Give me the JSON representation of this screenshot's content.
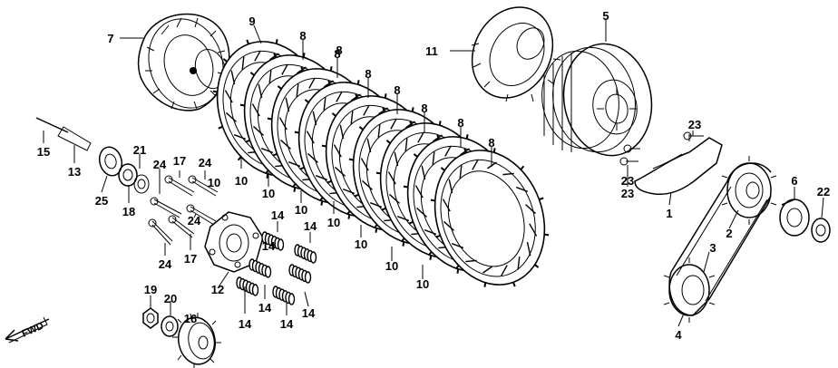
{
  "direction_label": "FWD",
  "callouts": [
    "7",
    "9",
    "8",
    "8",
    "8",
    "8",
    "8",
    "8",
    "8",
    "8",
    "11",
    "5",
    "15",
    "13",
    "21",
    "17",
    "24",
    "25",
    "18",
    "24",
    "24",
    "17",
    "24",
    "10",
    "10",
    "10",
    "10",
    "10",
    "10",
    "10",
    "10",
    "14",
    "14",
    "14",
    "14",
    "14",
    "14",
    "14",
    "12",
    "19",
    "20",
    "16",
    "23",
    "23",
    "23",
    "6",
    "22",
    "1",
    "2",
    "3",
    "4"
  ]
}
